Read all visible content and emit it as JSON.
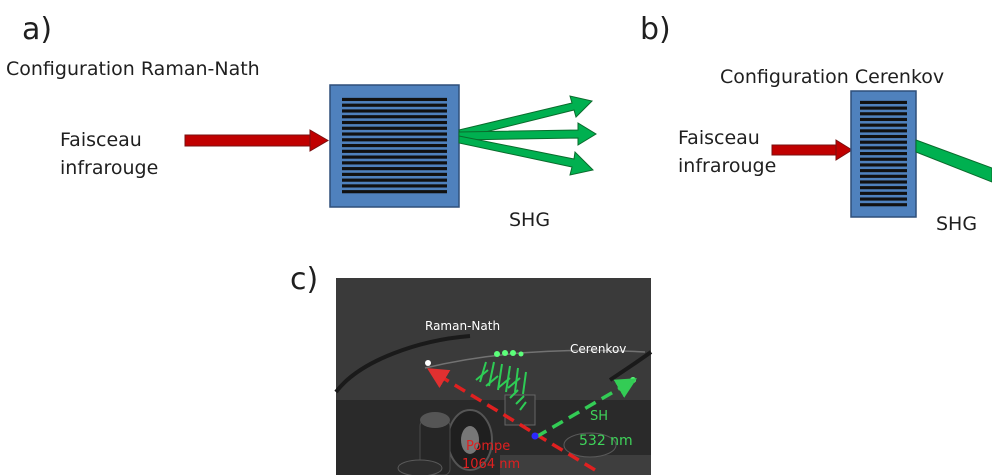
{
  "panel_a": {
    "letter": "a)",
    "config": "Configuration Raman-Nath",
    "input_line1": "Faisceau",
    "input_line2": "infrarouge",
    "output": "SHG"
  },
  "panel_b": {
    "letter": "b)",
    "config": "Configuration Cerenkov",
    "input_line1": "Faisceau",
    "input_line2": "infrarouge",
    "output": "SHG"
  },
  "panel_c": {
    "letter": "c)",
    "raman_nath": "Raman-Nath",
    "cerenkov": "Cerenkov",
    "sh": "SH",
    "sh_wavelength": "532 nm",
    "pump": "Pompe",
    "pump_wavelength": "1064 nm"
  },
  "colors": {
    "crystal_fill": "#4f81bd",
    "crystal_stroke": "#2f4f7a",
    "stripes": "#111111",
    "ir_beam": "#c00000",
    "shg_beam": "#00b050",
    "photo_bg": "#3a3a3a"
  }
}
